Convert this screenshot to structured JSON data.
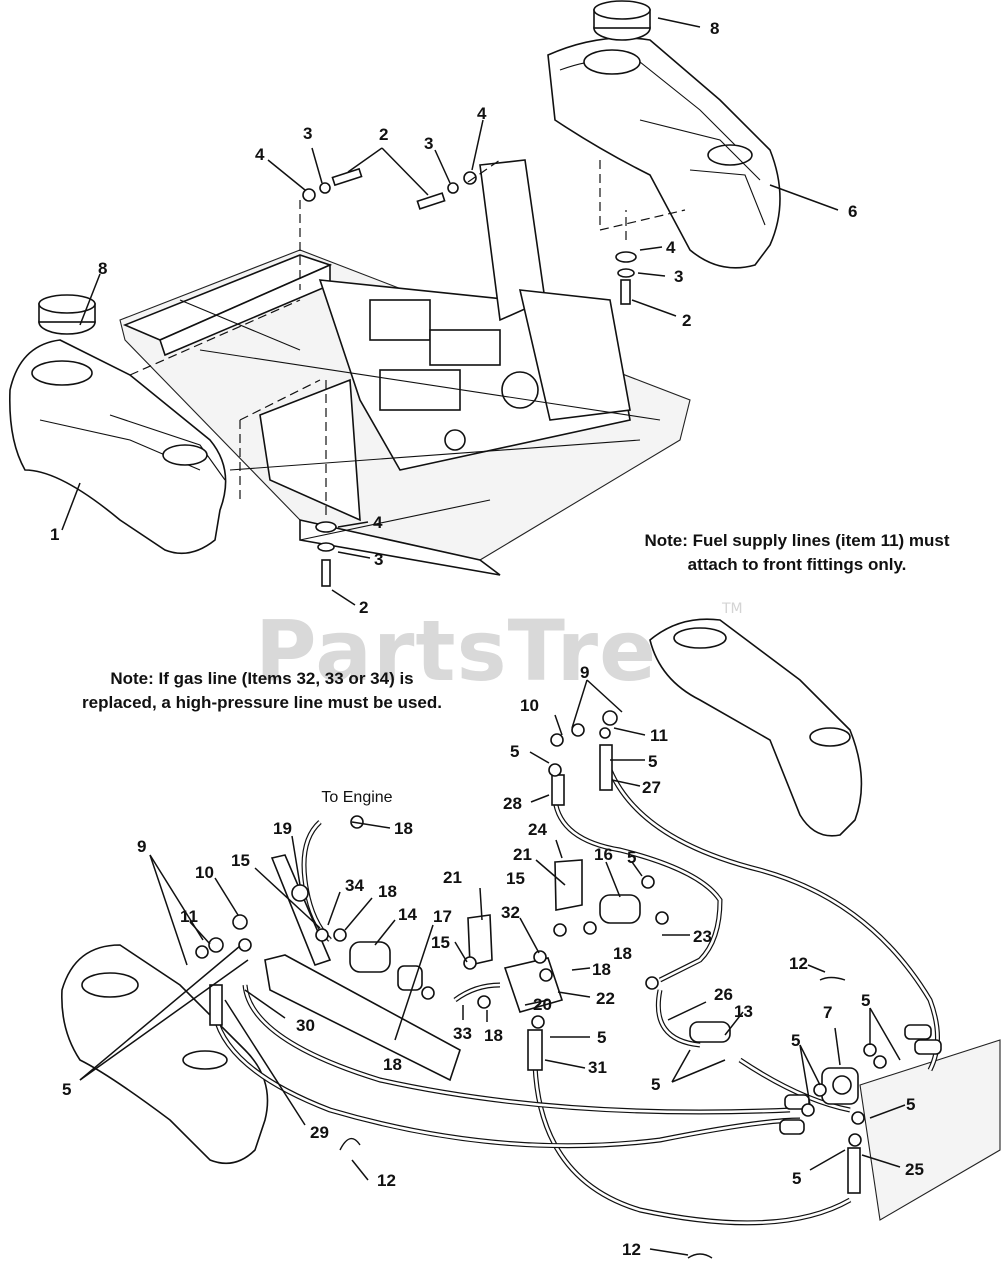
{
  "notes": {
    "fuel_supply_line1": "Note: Fuel supply lines (item 11) must",
    "fuel_supply_line2": "attach to front fittings only.",
    "gas_line_line1": "Note: If gas line (Items 32, 33 or 34) is",
    "gas_line_line2": "replaced, a high-pressure line must be used."
  },
  "labels": {
    "to_engine": "To Engine"
  },
  "watermark": {
    "text": "PartsTree",
    "trademark": "TM"
  },
  "callouts": {
    "c8_top": "8",
    "c6": "6",
    "c4_a": "4",
    "c3_a": "3",
    "c2_a": "2",
    "c3_b": "3",
    "c4_b": "4",
    "c4_c": "4",
    "c3_c": "3",
    "c2_b": "2",
    "c8_left": "8",
    "c1": "1",
    "c4_d": "4",
    "c3_d": "3",
    "c2_c": "2",
    "c9_a": "9",
    "c10_a": "10",
    "c11_a": "11",
    "c5_a": "5",
    "c5_b": "5",
    "c27": "27",
    "c28": "28",
    "c19": "19",
    "c18_a": "18",
    "c24": "24",
    "c21_a": "21",
    "c16": "16",
    "c5_c": "5",
    "c9_b": "9",
    "c10_b": "10",
    "c15_a": "15",
    "c34": "34",
    "c18_b": "18",
    "c14": "14",
    "c21_b": "21",
    "c15_b": "15",
    "c32": "32",
    "c23": "23",
    "c11_b": "11",
    "c17": "17",
    "c18_c": "18",
    "c22": "22",
    "c20": "20",
    "c30": "30",
    "c33": "33",
    "c18_d": "18",
    "c18_e": "18",
    "c5_d": "5",
    "c31": "31",
    "c12_a": "12",
    "c26": "26",
    "c13": "13",
    "c7": "7",
    "c5_e": "5",
    "c5_f": "5",
    "c5_g": "5",
    "c5_h": "5",
    "c5_i": "5",
    "c5_j": "5",
    "c25": "25",
    "c29": "29",
    "c12_b": "12",
    "c12_c": "12"
  }
}
